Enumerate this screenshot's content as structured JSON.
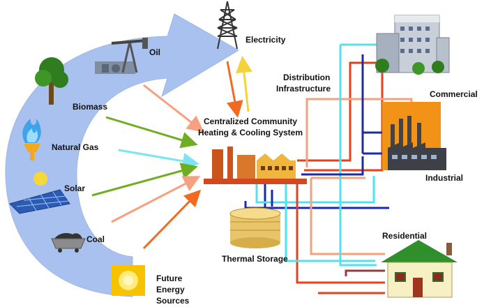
{
  "sources": {
    "oil": "Oil",
    "biomass": "Biomass",
    "natural_gas": "Natural Gas",
    "solar": "Solar",
    "coal": "Coal",
    "future_line1": "Future",
    "future_line2": "Energy",
    "future_line3": "Sources"
  },
  "system": {
    "electricity": "Electricity",
    "central_line1": "Centralized Community",
    "central_line2": "Heating & Cooling System",
    "distribution_line1": "Distribution",
    "distribution_line2": "Infrastructure",
    "thermal_storage": "Thermal Storage"
  },
  "consumers": {
    "commercial": "Commercial",
    "industrial": "Industrial",
    "residential": "Residential"
  },
  "colors": {
    "cycle_arrow": "#a9c1ee",
    "pipe_red": "#e8401c",
    "pipe_salmon": "#f5a07e",
    "pipe_cyan": "#4fe3ef",
    "pipe_navy": "#1b2ba8",
    "pipe_maroon": "#9c3a3a",
    "arrow_green": "#6fae21",
    "arrow_cyan": "#7be6f3",
    "arrow_orange": "#f26a21"
  }
}
